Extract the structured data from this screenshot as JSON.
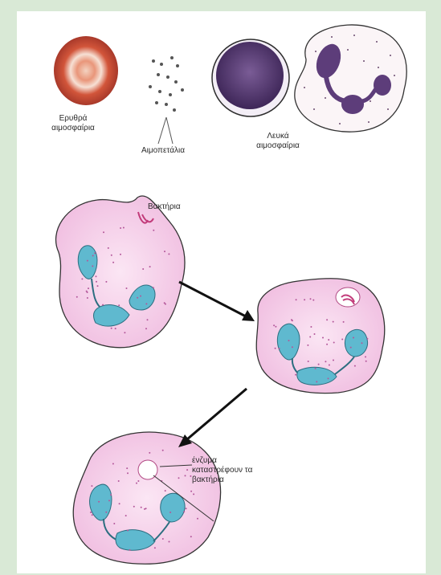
{
  "labels": {
    "red_cells": "Ερυθρά\nαιμοσφαίρια",
    "platelets": "Αιμοπετάλια",
    "white_cells": "Λευκά\nαιμοσφαίρια",
    "bacteria": "Βακτήρια",
    "enzymes": "ένζυμα\nκαταστρέφουν τα\nβακτήρια"
  },
  "colors": {
    "background": "#d9e9d6",
    "cytoplasm": "#f4c9e8",
    "nucleus": "#5fb9cf",
    "red_cell": "#c9563e",
    "lymphocyte": "#5d3d7a"
  }
}
